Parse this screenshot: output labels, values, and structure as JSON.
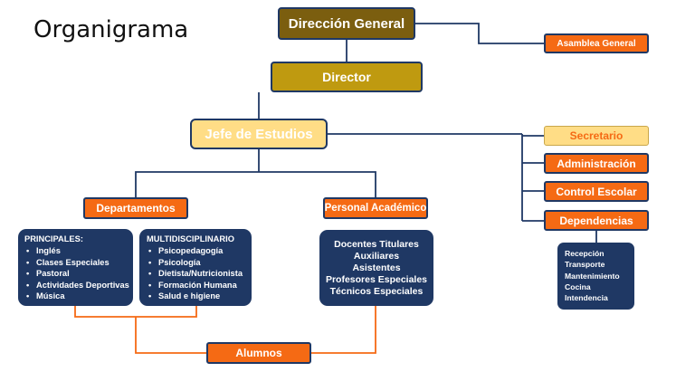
{
  "title": "Organigrama",
  "nodes": {
    "direccion_general": "Dirección General",
    "asamblea_general": "Asamblea General",
    "director": "Director",
    "jefe_estudios": "Jefe de Estudios",
    "secretario": "Secretario",
    "administracion": "Administración",
    "control_escolar": "Control Escolar",
    "dependencias": "Dependencias",
    "departamentos": "Departamentos",
    "personal_academico": "Personal Académico",
    "alumnos": "Alumnos"
  },
  "principales": {
    "heading": "PRINCIPALES:",
    "items": [
      "Inglés",
      "Clases Especiales",
      "Pastoral",
      "Actividades Deportivas",
      "Música"
    ]
  },
  "multidisciplinario": {
    "heading": "MULTIDISCIPLINARIO",
    "items": [
      "Psicopedagogía",
      "Psicología",
      "Dietista/Nutricionista",
      "Formación Humana",
      "Salud e higiene"
    ]
  },
  "personal_list": [
    "Docentes Titulares",
    "Auxiliares",
    "Asistentes",
    "Profesores Especiales",
    "Técnicos Especiales"
  ],
  "dependencias_list": [
    "Recepción",
    "Transporte",
    "Mantenimiento",
    "Cocina",
    "Intendencia"
  ],
  "colors": {
    "navy": "#1f3864",
    "orange": "#f56a14",
    "dark_gold": "#7b5e0f",
    "gold": "#bf9a10",
    "light_gold": "#ffdd86"
  }
}
